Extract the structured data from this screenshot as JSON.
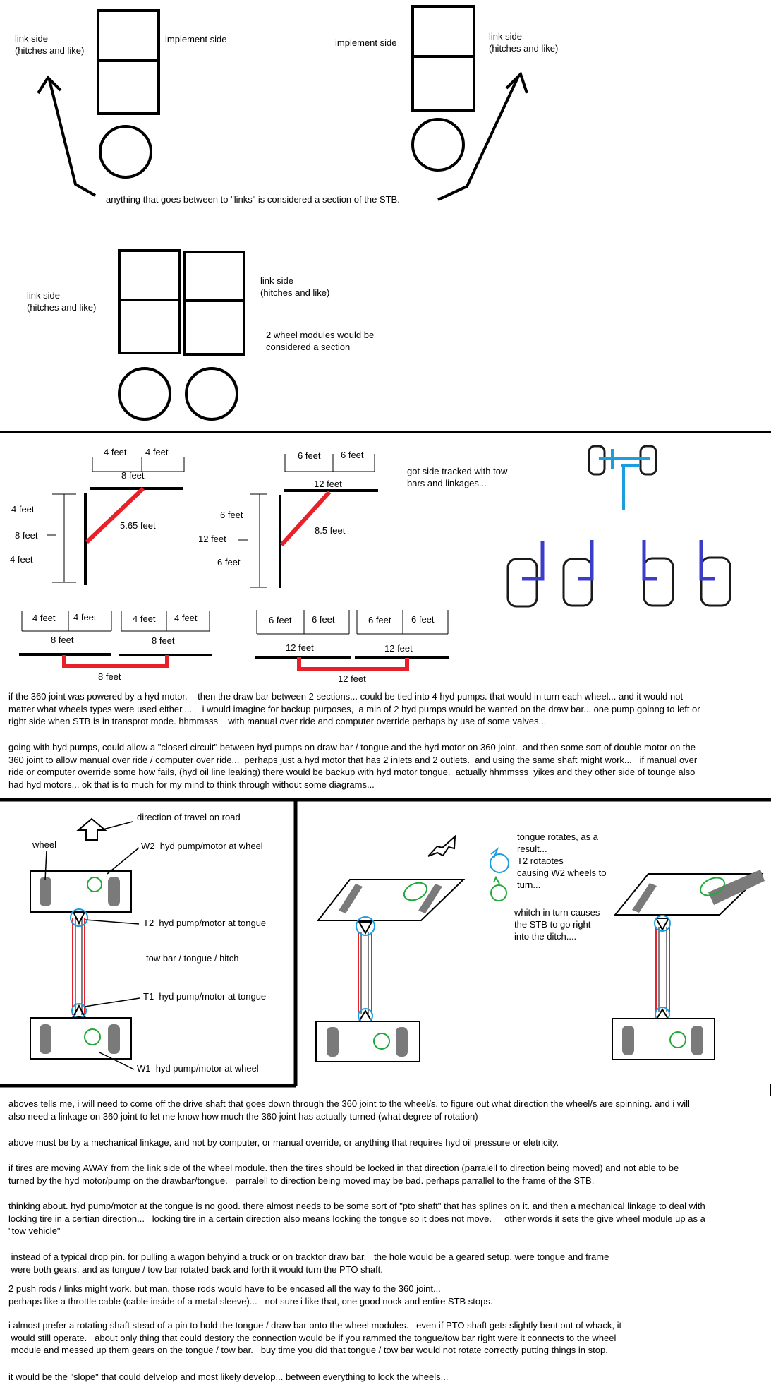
{
  "section1": {
    "left_link_label": "link side\n(hitches and like)",
    "left_implement_label": "implement side",
    "right_implement_label": "implement side",
    "right_link_label": "link side\n(hitches and like)",
    "between_note": "anything that goes between to \"links\" is considered a section of the STB."
  },
  "section2": {
    "left_link_label": "link side\n(hitches and like)",
    "right_link_label": "link side\n(hitches and like)",
    "section_note": "2 wheel modules would be\nconsidered a section"
  },
  "measurements": {
    "half_4ft": "4 feet",
    "total_8ft": "8 feet",
    "diag_8": "5.65 feet",
    "half_6ft": "6 feet",
    "total_12ft": "12 feet",
    "diag_12": "8.5 feet",
    "tracked_note": "got side tracked with tow\nbars and linkages..."
  },
  "para1": "if the 360 joint was powered by a hyd motor.    then the draw bar between 2 sections... could be tied into 4 hyd pumps. that would in turn each wheel... and it would not\nmatter what wheels types were used either....    i would imagine for backup purposes,  a min of 2 hyd pumps would be wanted on the draw bar... one pump goinng to left or\nright side when STB is in transprot mode. hhmmsss    with manual over ride and computer override perhaps by use of some valves...",
  "para2": "going with hyd pumps, could allow a \"closed circuit\" between hyd pumps on draw bar / tongue and the hyd motor on 360 joint.  and then some sort of double motor on the\n360 joint to allow manual over ride / computer over ride...  perhaps just a hyd motor that has 2 inlets and 2 outlets.  and using the same shaft might work...   if manual over\nride or computer override some how fails, (hyd oil line leaking) there would be backup with hyd motor tongue.  actually hhmmsss  yikes and they other side of tounge also\nhad hyd motors... ok that is to much for my mind to think through without some diagrams...",
  "diagram3": {
    "direction": "direction of travel on road",
    "wheel": "wheel",
    "w2": "W2  hyd pump/motor at wheel",
    "t2": "T2  hyd pump/motor at tongue",
    "tow_bar": "tow bar / tongue / hitch",
    "t1": "T1  hyd pump/motor at tongue",
    "w1": "W1  hyd pump/motor at wheel",
    "rotate_note": "tongue rotates, as a\nresult...\nT2 rotaotes\ncausing W2 wheels to\nturn...",
    "ditch_note": "whitch in turn causes\nthe STB to go right\ninto the ditch...."
  },
  "notes": [
    "aboves tells me, i will need to come off the drive shaft that goes down through the 360 joint to the wheel/s. to figure out what direction the wheel/s are spinning. and i will\nalso need a linkage on 360 joint to let me know how much the 360 joint has actually turned (what degree of rotation)",
    "above must be by a mechanical linkage, and not by computer, or manual override, or anything that requires hyd oil pressure or eletricity.",
    "if tires are moving AWAY from the link side of the wheel module. then the tires should be locked in that direction (parralell to direction being moved) and not able to be\nturned by the hyd motor/pump on the drawbar/tongue.   parralell to direction being moved may be bad. perhaps parrallel to the frame of the STB.",
    "thinking about. hyd pump/motor at the tongue is no good. there almost needs to be some sort of \"pto shaft\" that has splines on it. and then a mechanical linkage to deal with\nlocking tire in a certian direction...   locking tire in a certain direction also means locking the tongue so it does not move.     other words it sets the give wheel module up as a\n\"tow vehicle\"",
    " instead of a typical drop pin. for pulling a wagon behyind a truck or on tracktor draw bar.   the hole would be a geared setup. were tongue and frame\n were both gears. and as tongue / tow bar rotated back and forth it would turn the PTO shaft.",
    "2 push rods / links might work. but man. those rods would have to be encased all the way to the 360 joint...\nperhaps like a throttle cable (cable inside of a metal sleeve)...   not sure i like that, one good nock and entire STB stops.",
    "i almost prefer a rotating shaft stead of a pin to hold the tongue / draw bar onto the wheel modules.   even if PTO shaft gets slightly bent out of whack, it\n would still operate.   about only thing that could destory the connection would be if you rammed the tongue/tow bar right were it connects to the wheel\n module and messed up them gears on the tongue / tow bar.   buy time you did that tongue / tow bar would not rotate correctly putting things in stop.",
    "it would be the \"slope\" that could delvelop and most likely develop... between everything to lock the wheels..."
  ],
  "colors": {
    "red": "#e8202a",
    "cyan_blue": "#1a9ee0",
    "royal_blue": "#3b3dc8",
    "green": "#22a83a",
    "gray": "#7a7a7a"
  }
}
